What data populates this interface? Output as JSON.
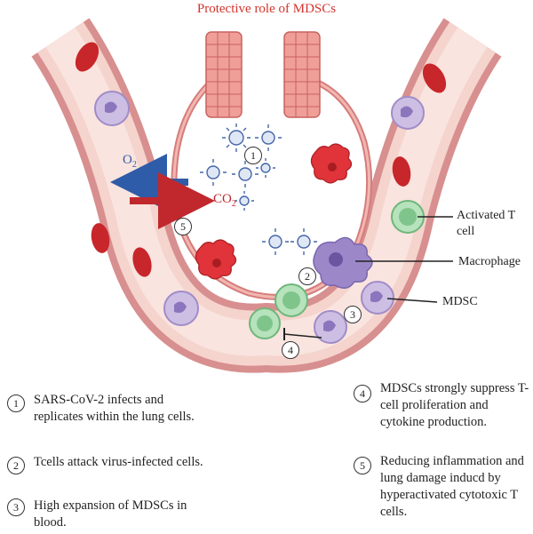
{
  "title": "Protective role of MDSCs",
  "gases": {
    "o2_main": "O",
    "o2_sub": "2",
    "co2_main": "CO",
    "co2_sub": "2"
  },
  "labels": {
    "activated_t_cell": "Activated T cell",
    "macrophage": "Macrophage",
    "mdsc": "MDSC"
  },
  "diagram_markers": [
    "1",
    "2",
    "3",
    "4",
    "5"
  ],
  "legend": [
    {
      "number": "1",
      "text": "SARS-CoV-2 infects and replicates within the lung cells."
    },
    {
      "number": "2",
      "text": "Tcells attack virus-infected cells."
    },
    {
      "number": "3",
      "text": "High expansion of MDSCs in blood."
    },
    {
      "number": "4",
      "text": "MDSCs strongly suppress T-cell proliferation and cytokine production."
    },
    {
      "number": "5",
      "text": "Reducing inflammation and lung damage inducd by hyperactivated cytotoxic T cells."
    }
  ],
  "colors": {
    "title": "#d2332c",
    "vessel_wall": "#e4a5a5",
    "vessel_lumen": "#f7dcd6",
    "rbc": "#c7262b",
    "mdsc": "#b9a6d6",
    "t_cell": "#a5d8ad",
    "macrophage": "#8e7ac0",
    "o2_arrow": "#2f5ca8",
    "co2_arrow": "#c0282d"
  }
}
